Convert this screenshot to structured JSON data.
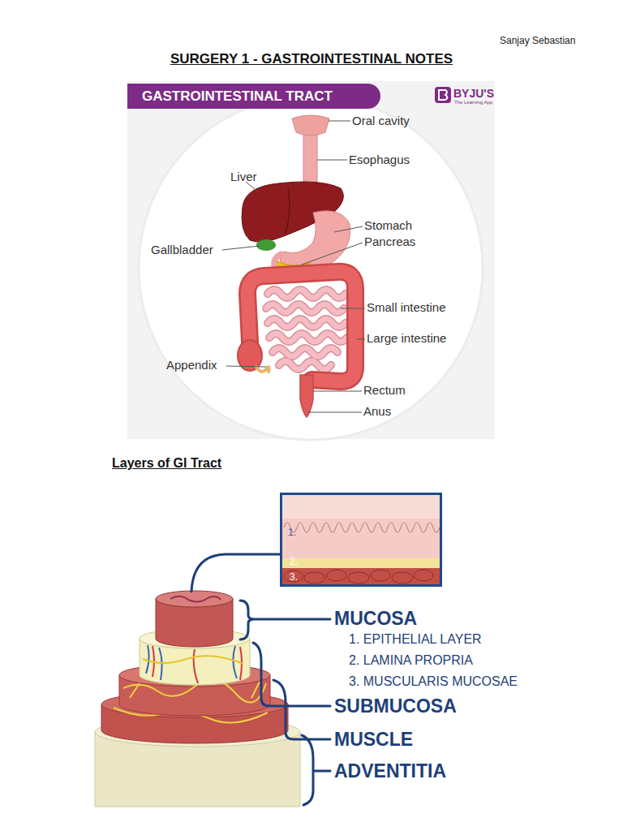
{
  "diagram": {
    "title": "SURGERY 1 - GASTROINTESTINAL NOTES",
    "nodes": [
      {
        "text": [
          "GASTROINTESTINAL TRACT"
        ]
      },
      {
        "text": [
          "1.",
          "2.",
          "3."
        ]
      }
    ],
    "labels": [
      "Sanjay Sebastian",
      "BYJU'S",
      "The Learning App",
      "Oral cavity",
      "Esophagus",
      "Liver",
      "Stomach",
      "Pancreas",
      "Gallbladder",
      "Small intestine",
      "Large intestine",
      "Appendix",
      "Rectum",
      "Anus",
      "Layers of GI Tract",
      "MUCOSA",
      "1. EPITHELIAL LAYER",
      "2. LAMINA PROPRIA",
      "3. MUSCULARIS MUCOSAE",
      "SUBMUCOSA",
      "MUSCLE",
      "ADVENTITIA"
    ]
  }
}
